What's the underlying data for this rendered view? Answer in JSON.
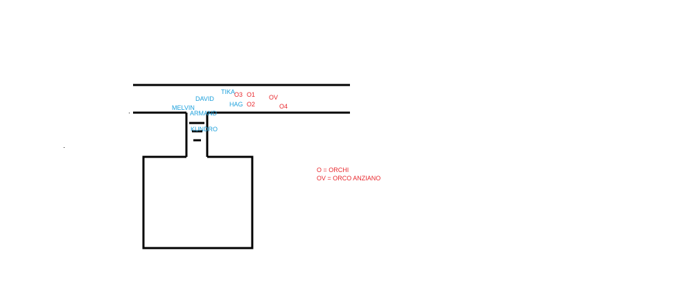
{
  "colors": {
    "lines": "#000000",
    "heroes": "#1ca0dc",
    "orcs": "#e8262b",
    "background": "#ffffff"
  },
  "heroes": {
    "tika": "TIKA",
    "david": "DAVID",
    "hag": "HAG",
    "melvin": "MELVIN",
    "armand": "ARMAND",
    "kundro": "KUNDRO"
  },
  "orcs": {
    "o3": "O3",
    "o1": "O1",
    "o2": "O2",
    "ov": "OV",
    "o4": "O4"
  },
  "legend": {
    "orchi": "O = ORCHI",
    "orco_anziano": "OV = ORCO ANZIANO"
  }
}
